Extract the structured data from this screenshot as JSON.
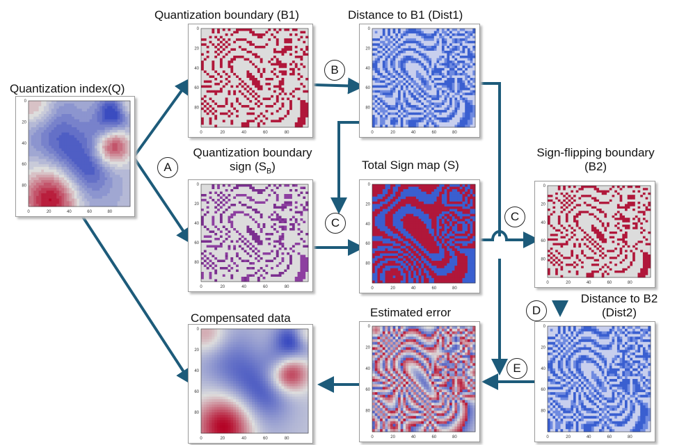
{
  "titles": {
    "q": "Quantization index(Q)",
    "b1": "Quantization boundary (B1)",
    "dist1": "Distance to B1  (Dist1)",
    "sb_line1": "Quantization boundary",
    "sb_line2_prefix": "sign (S",
    "sb_sub": "B",
    "sb_suffix": ")",
    "s": "Total Sign map (S)",
    "b2_line1": "Sign-flipping boundary",
    "b2_line2": "(B2)",
    "comp": "Compensated data",
    "err": "Estimated error",
    "dist2_line1": "Distance to B2",
    "dist2_line2": "(Dist2)"
  },
  "steps": {
    "a": "A",
    "b": "B",
    "c1": "C",
    "c2": "C",
    "d": "D",
    "e": "E"
  },
  "ticks": {
    "y": [
      "0",
      "20",
      "40",
      "60",
      "80"
    ],
    "x": [
      "0",
      "20",
      "40",
      "60",
      "80"
    ]
  },
  "colors": {
    "arrow": "#1d5b7a",
    "boundary_red": "#b0173a",
    "boundary_purple": "#7b2f8f",
    "distance_blue": "#3a5fd0",
    "background": "#dcdcdc"
  }
}
